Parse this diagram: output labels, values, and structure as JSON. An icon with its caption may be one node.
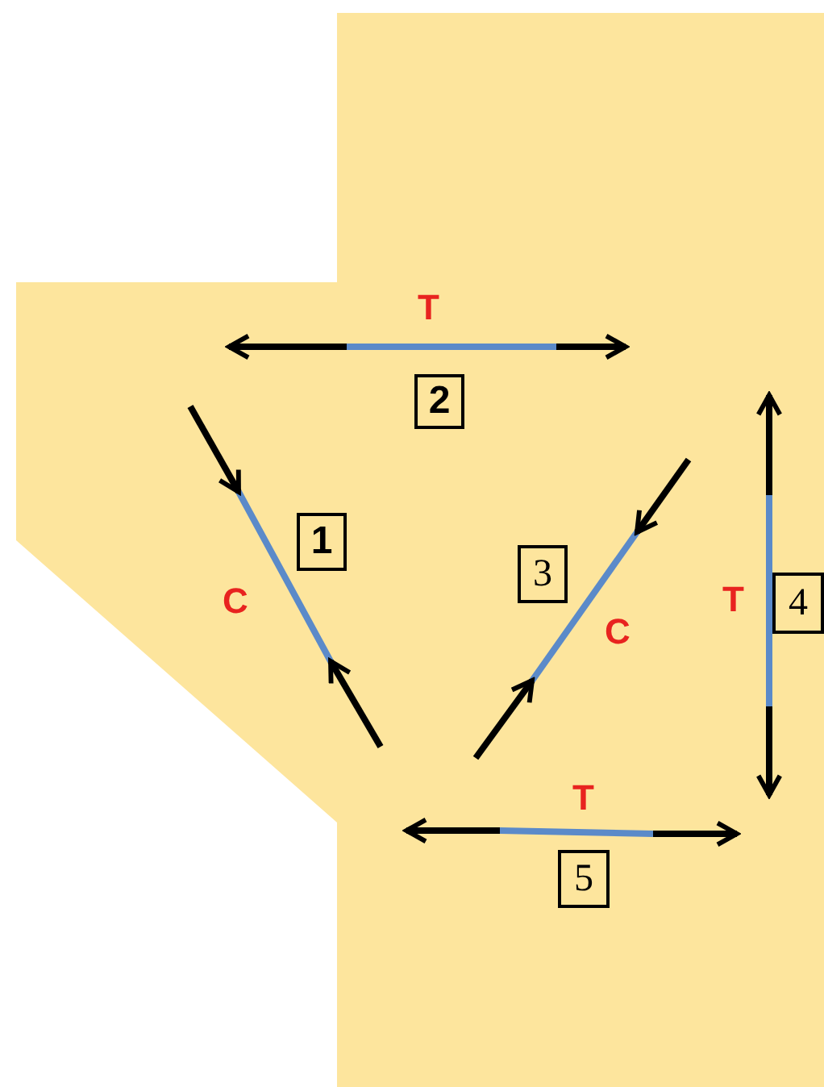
{
  "diagram": {
    "nodes": [
      {
        "text": [
          "2"
        ]
      },
      {
        "text": [
          "1"
        ]
      },
      {
        "text": [
          "3"
        ]
      },
      {
        "text": [
          "4"
        ]
      },
      {
        "text": [
          "5"
        ]
      }
    ],
    "labels": [
      "T",
      "C",
      "C",
      "T",
      "T"
    ]
  }
}
